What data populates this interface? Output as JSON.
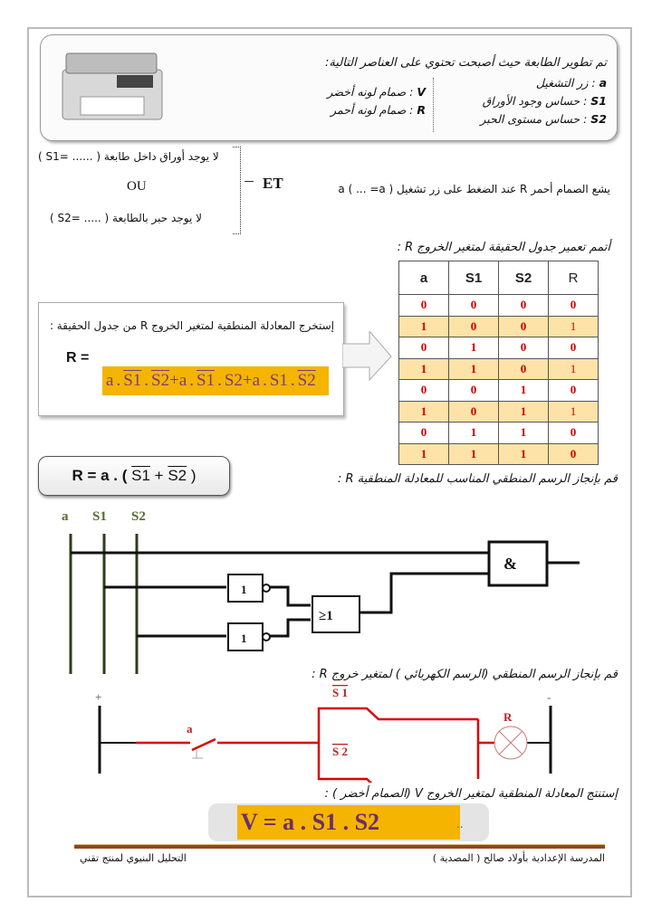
{
  "intro": {
    "title": "تم تطوير الطابعة حيث أصبحت تحتوي على العناصر التالية:",
    "items": [
      {
        "sym": "a",
        "desc": ": زر التشغيل"
      },
      {
        "sym": "S1",
        "desc": ": حساس وجود الأوراق"
      },
      {
        "sym": "S2",
        "desc": ": حساس مستوى الحبر"
      },
      {
        "sym": "V",
        "desc": ": صمام لونه أخضر"
      },
      {
        "sym": "R",
        "desc": ": صمام لونه أحمر"
      }
    ]
  },
  "condition": {
    "main": "يشع الصمام أحمر R عند الضغط على زر تشغيل a ( ... =a )",
    "et": "ET",
    "ou": "OU",
    "c1": "لا يوجد أوراق داخل طابعة ( ...... =S1 )",
    "c2": "لا يوجد حبر بالطابعة ( ..... =S2 )"
  },
  "truth_table": {
    "instruction": "أتمم تعمير جدول الحقيقة لمتغير الخروج R :",
    "headers": [
      "a",
      "S1",
      "S2",
      "R"
    ],
    "rows": [
      [
        "0",
        "0",
        "0",
        "0"
      ],
      [
        "1",
        "0",
        "0",
        "1"
      ],
      [
        "0",
        "1",
        "0",
        "0"
      ],
      [
        "1",
        "1",
        "0",
        "1"
      ],
      [
        "0",
        "0",
        "1",
        "0"
      ],
      [
        "1",
        "0",
        "1",
        "1"
      ],
      [
        "0",
        "1",
        "1",
        "0"
      ],
      [
        "1",
        "1",
        "1",
        "0"
      ]
    ]
  },
  "equation_box": {
    "instruction": "إستخرج المعادلة المنطقية لمتغير الخروج R من جدول الحقيقة :",
    "lhs": "R =",
    "terms": [
      {
        "a": "a",
        "s1": "S1",
        "s2": "S2",
        "s1_bar": true,
        "s2_bar": true
      },
      {
        "a": "a",
        "s1": "S1",
        "s2": "S2",
        "s1_bar": true,
        "s2_bar": false
      },
      {
        "a": "a",
        "s1": "S1",
        "s2": "S2",
        "s1_bar": false,
        "s2_bar": true
      }
    ],
    "dot": ".",
    "plus": "+"
  },
  "simplified": {
    "prefix": "R = a . (",
    "s1": "S1",
    "plus": "+",
    "s2": "S2",
    "suffix": ")"
  },
  "logic": {
    "instruction": "قم بإنجاز الرسم المنطقي المناسب للمعادلة المنطقية R :",
    "inputs": [
      "a",
      "S1",
      "S2"
    ],
    "not_label": "1",
    "or_label": "≥1",
    "and_label": "&"
  },
  "ladder": {
    "instruction": "قم بإنجاز الرسم المنطقي (الرسم الكهربائي ) لمتغير خروج R :",
    "plus": "+",
    "minus": "-",
    "a": "a",
    "s1": "S 1",
    "s2": "S 2",
    "lamp": "R"
  },
  "v_eq": {
    "instruction": "إستنتج المعادلة المنطقية لمتغير الخروج V (الصمام أخضر ) :",
    "text": "V = a . S1 . S2",
    "dots": ".."
  },
  "footer": {
    "right": "المدرسة الإعدادية بأولاد صالح ( المصدية )",
    "left": "التحليل البنيوي لمنتج تقني"
  }
}
